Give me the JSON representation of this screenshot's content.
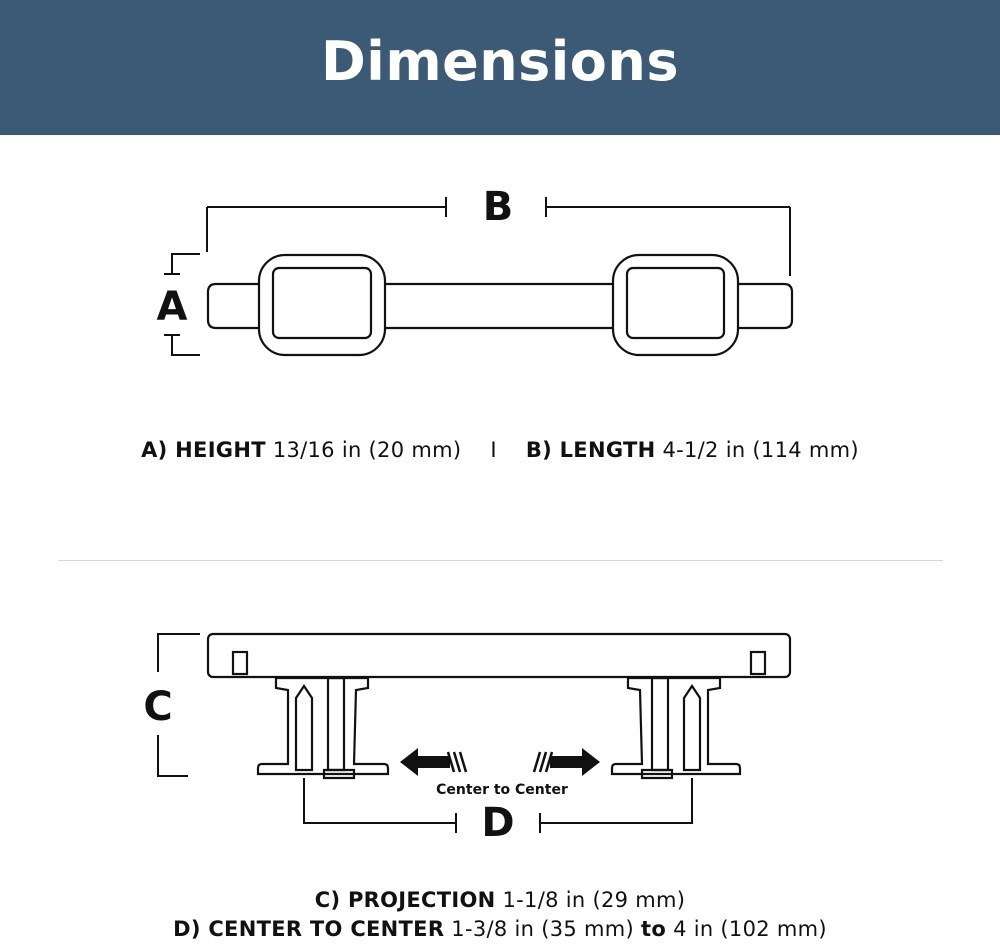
{
  "header": {
    "title": "Dimensions"
  },
  "top_diagram": {
    "label_a": "A",
    "label_b": "B"
  },
  "bottom_diagram": {
    "label_c": "C",
    "label_d": "D",
    "arrow_caption": "Center to Center"
  },
  "captions": {
    "a_key": "A) HEIGHT",
    "a_value": "13/16 in (20 mm)",
    "separator": "I",
    "b_key": "B) LENGTH",
    "b_value": "4-1/2 in (114 mm)",
    "c_key": "C) PROJECTION",
    "c_value": "1-1/8 in (29 mm)",
    "d_key": "D) CENTER TO CENTER",
    "d_value_1": "1-3/8 in (35 mm)",
    "d_join": "to",
    "d_value_2": "4 in (102 mm)"
  },
  "colors": {
    "banner": "#3b5a75",
    "line": "#111111",
    "divider": "#d6d6d6"
  }
}
